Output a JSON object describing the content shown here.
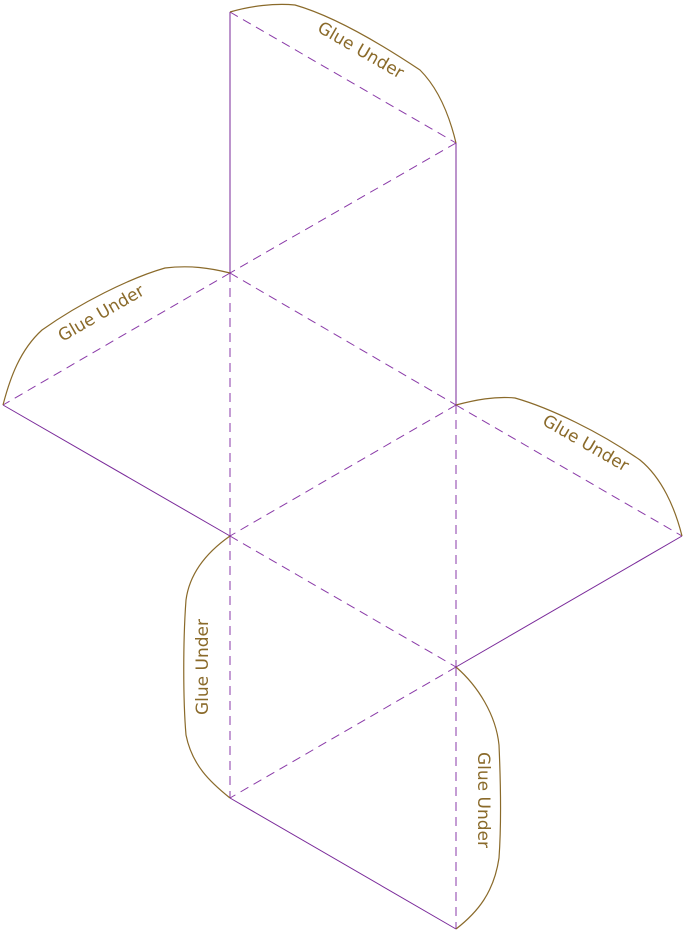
{
  "diagram": {
    "tabs": [
      {
        "label": "Glue Under"
      },
      {
        "label": "Glue Under"
      },
      {
        "label": "Glue Under"
      },
      {
        "label": "Glue Under"
      },
      {
        "label": "Glue Under"
      }
    ],
    "colors": {
      "cut_line": "#7a2a9a",
      "fold_line": "#8a3aa8",
      "tab": "#8a6a2a",
      "background": "#ffffff"
    }
  }
}
